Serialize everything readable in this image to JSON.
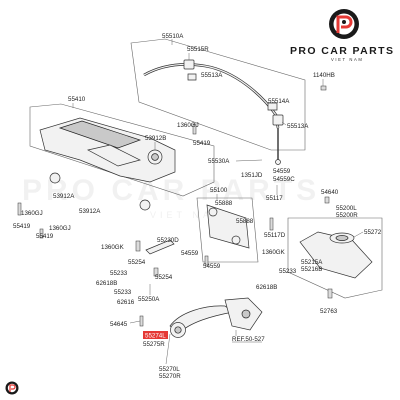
{
  "brand": {
    "name": "PRO CAR PARTS",
    "tagline": "VIET NAM",
    "accent_color": "#e53935",
    "logo_icon": "pcp-logo-icon"
  },
  "watermark": {
    "name": "PRO CAR PARTS",
    "tagline": "VIET NAM"
  },
  "labels": {
    "p55510A": "55510A",
    "p55515R": "55515R",
    "p55513A_top": "55513A",
    "p1140HB": "1140HB",
    "p55514A": "55514A",
    "p55513A_right": "55513A",
    "p55410": "55410",
    "p53912B": "53912B",
    "p1360GJ_mid": "1360GJ",
    "p55419_mid": "55419",
    "p55530A": "55530A",
    "p1351JD": "1351JD",
    "p54559": "54559",
    "p54559C": "54559C",
    "p55117_top": "55117",
    "p53912A_left": "53912A",
    "p53912A_right": "53912A",
    "p55100": "55100",
    "p54640": "54640",
    "p55200L": "55200L",
    "p55200R": "55200R",
    "p55419_left": "55419",
    "p1360GJ_left1": "1360GJ",
    "p55419_left2": "55419",
    "p1360GJ_left2": "1360GJ",
    "p55888_a": "55888",
    "p55888_b": "55888",
    "p55272": "55272",
    "p55230D": "55230D",
    "p55117D": "55117D",
    "p1360GK_left": "1360GK",
    "p55254_a": "55254",
    "p55233_a": "55233",
    "p54559_b": "54559",
    "p1360GK_right": "1360GK",
    "p55215A": "55215A",
    "p55216B": "55216B",
    "p62618B_left": "62618B",
    "p55254_b": "55254",
    "p54559_c": "54559",
    "p55233_b": "55233",
    "p62616": "62616",
    "p55250A": "55250A",
    "p62618B_right": "62618B",
    "p52763": "52763",
    "p54645": "54645",
    "p55274L": "55274L",
    "p55275R": "55275R",
    "pRef": "REF.50-527",
    "p55270L": "55270L",
    "p55270R": "55270R"
  }
}
